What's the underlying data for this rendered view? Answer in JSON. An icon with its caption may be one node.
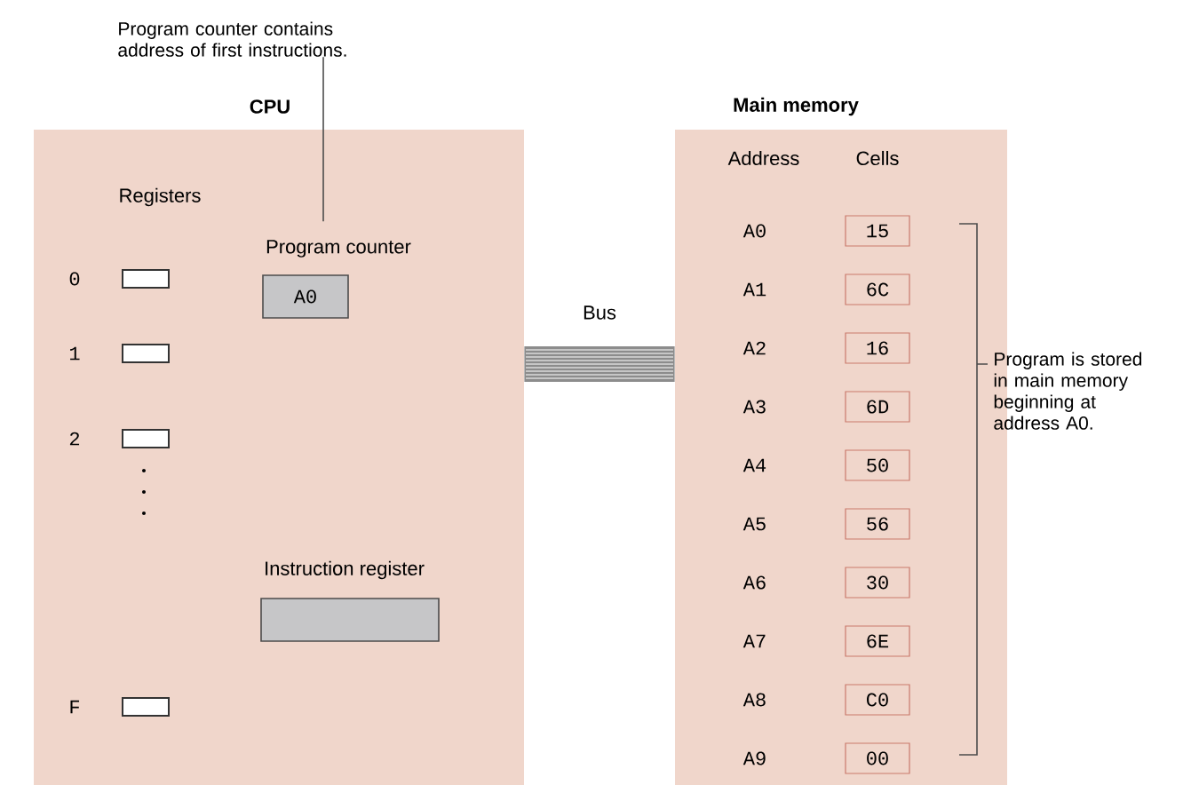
{
  "diagram": {
    "nodes": [
      {
        "text": [
          "CPU"
        ]
      },
      {
        "text": [
          "Main memory"
        ]
      },
      {
        "text": [
          "Program counter",
          "A0"
        ],
        "in": 0
      },
      {
        "text": [
          "Instruction register"
        ],
        "in": 0
      },
      {
        "text": [
          "0"
        ],
        "in": 0
      },
      {
        "text": [
          "1"
        ],
        "in": 0
      },
      {
        "text": [
          "2"
        ],
        "in": 0
      },
      {
        "text": [
          "F"
        ],
        "in": 0
      },
      {
        "text": [
          "15"
        ],
        "in": 1
      },
      {
        "text": [
          "6C"
        ],
        "in": 1
      },
      {
        "text": [
          "16"
        ],
        "in": 1
      },
      {
        "text": [
          "6D"
        ],
        "in": 1
      },
      {
        "text": [
          "50"
        ],
        "in": 1
      },
      {
        "text": [
          "56"
        ],
        "in": 1
      },
      {
        "text": [
          "30"
        ],
        "in": 1
      },
      {
        "text": [
          "6E"
        ],
        "in": 1
      },
      {
        "text": [
          "C0"
        ],
        "in": 1
      },
      {
        "text": [
          "00"
        ],
        "in": 1
      },
      {
        "text": [
          "Program counter contains address of first instructions."
        ]
      }
    ],
    "edges": [
      {
        "from": 0,
        "to": 1,
        "arrow": "none",
        "label": "Bus",
        "style": "thick"
      },
      {
        "from": 18,
        "to": 2,
        "arrow": "none"
      }
    ],
    "labels": [
      "Registers",
      "Address",
      "Cells",
      "A0",
      "A1",
      "A2",
      "A3",
      "A4",
      "A5",
      "A6",
      "A7",
      "A8",
      "A9",
      "Program is stored in main memory beginning at address A0."
    ]
  }
}
